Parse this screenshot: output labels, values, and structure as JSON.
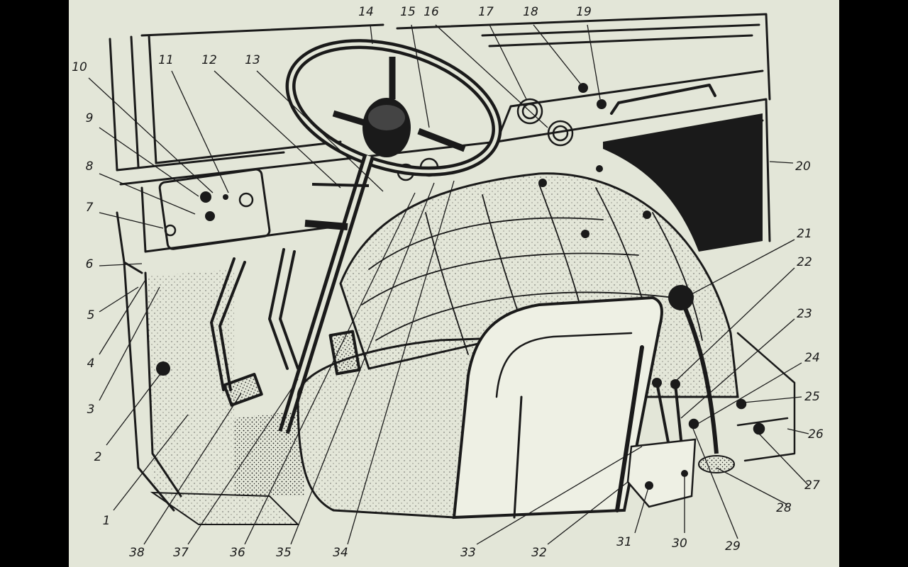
{
  "diagram": {
    "labels": [
      "1",
      "2",
      "3",
      "4",
      "5",
      "6",
      "7",
      "8",
      "9",
      "10",
      "11",
      "12",
      "13",
      "14",
      "15",
      "16",
      "17",
      "18",
      "19",
      "20",
      "21",
      "22",
      "23",
      "24",
      "25",
      "26",
      "27",
      "28",
      "29",
      "30",
      "31",
      "32",
      "33",
      "34",
      "35",
      "36",
      "37",
      "38"
    ]
  },
  "colors": {
    "paper": "#e3e6d8",
    "ink": "#1a1a1a",
    "frame": "#000000"
  }
}
